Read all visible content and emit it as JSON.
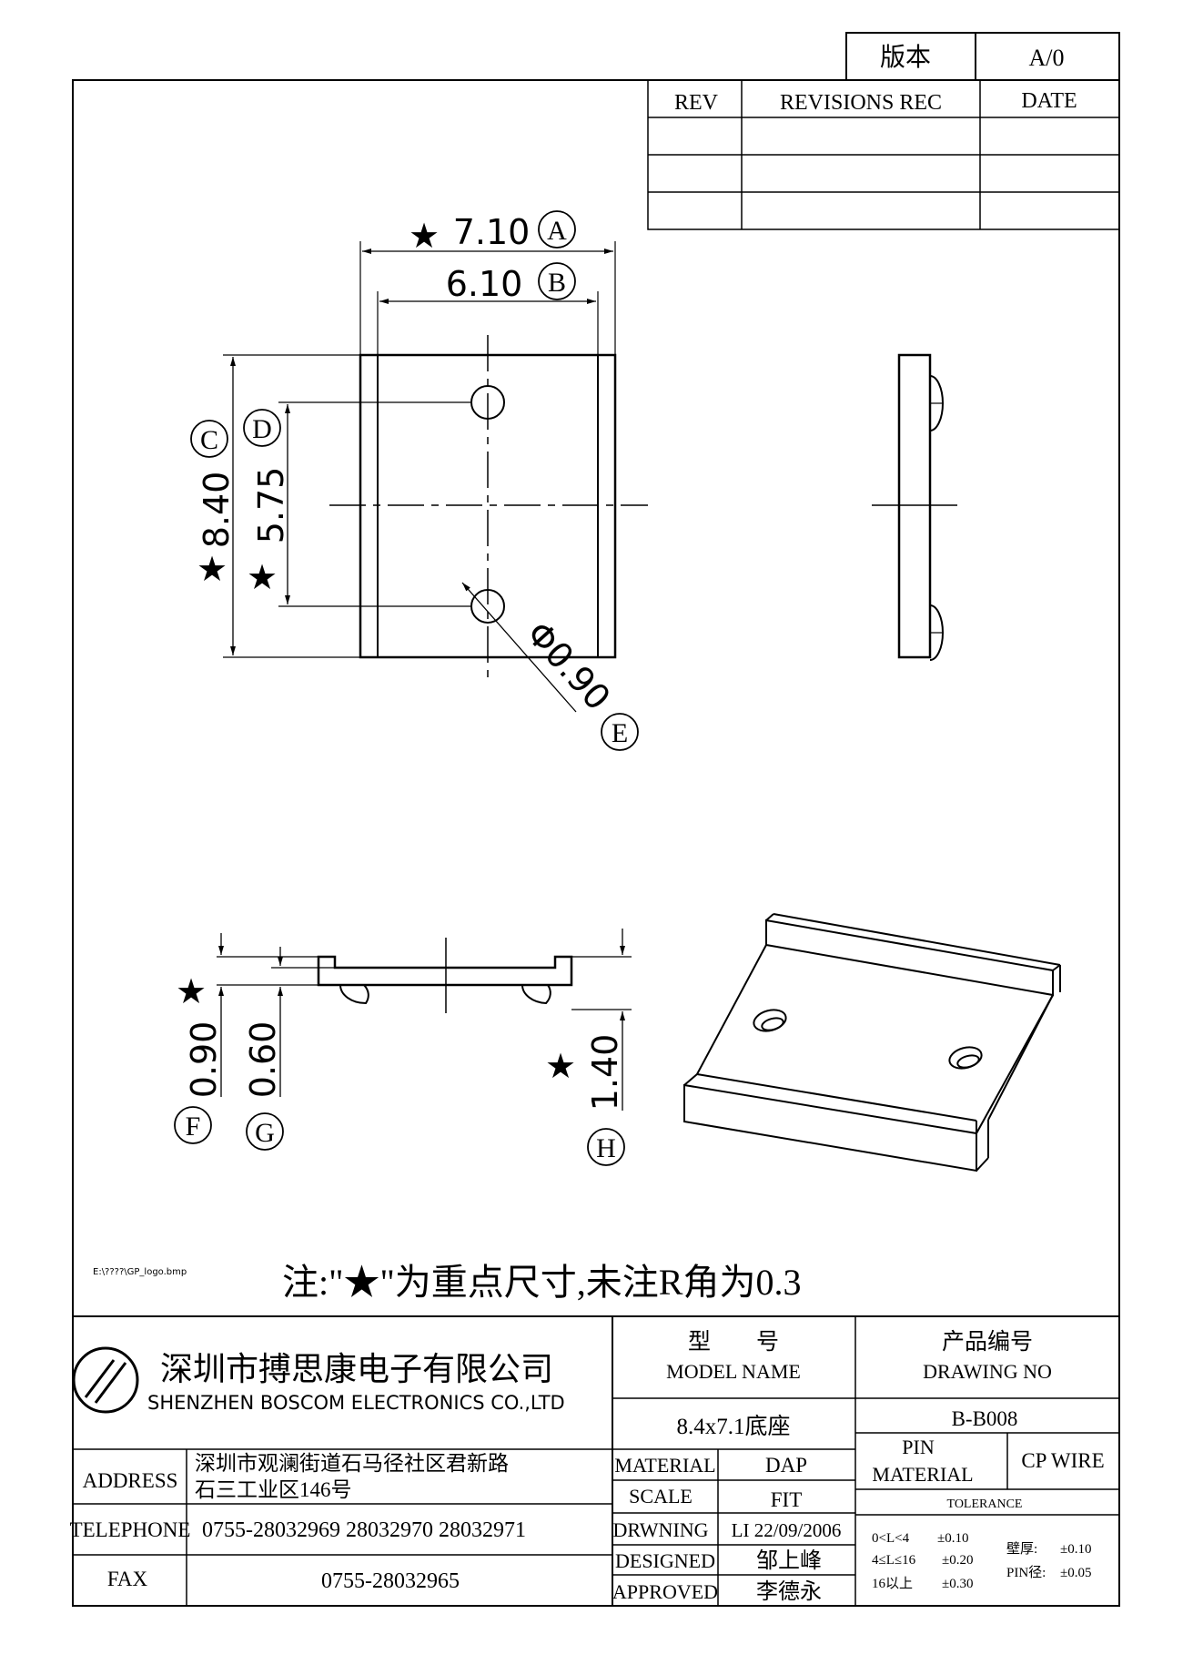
{
  "version": {
    "label": "版本",
    "value": "A/0"
  },
  "revisions": {
    "headers": [
      "REV",
      "REVISIONS REC",
      "DATE"
    ]
  },
  "dims": {
    "A": "7.10",
    "B": "6.10",
    "C": "8.40",
    "D": "5.75",
    "E": "Φ0.90",
    "F": "0.90",
    "G": "0.60",
    "H": "1.40",
    "letter_A": "A",
    "letter_B": "B",
    "letter_C": "C",
    "letter_D": "D",
    "letter_E": "E",
    "letter_F": "F",
    "letter_G": "G",
    "letter_H": "H",
    "star": "★"
  },
  "logo_path": "E:\\????\\GP_logo.bmp",
  "note": "注:\"★\"为重点尺寸,未注R角为0.3",
  "company": {
    "name_cn": "深圳市搏思康电子有限公司",
    "name_en": "SHENZHEN BOSCOM ELECTRONICS CO.,LTD"
  },
  "model": {
    "label_cn": "型　　号",
    "label_en": "MODEL NAME",
    "value": "8.4x7.1底座"
  },
  "drawing_no": {
    "label_cn": "产品编号",
    "label_en": "DRAWING NO",
    "value": "B-B008"
  },
  "pin": {
    "label1": "PIN",
    "label2": "MATERIAL",
    "value": "CP WIRE"
  },
  "tolerance": {
    "title": "TOLERANCE",
    "rows": [
      {
        "range": "0<L<4",
        "value": "±0.10"
      },
      {
        "range": "4≤L≤16",
        "value": "±0.20"
      },
      {
        "range": "16以上",
        "value": "±0.30"
      }
    ],
    "extra": [
      {
        "label": "壁厚:",
        "value": "±0.10"
      },
      {
        "label": "PIN径:",
        "value": "±0.05"
      }
    ]
  },
  "address": {
    "label": "ADDRESS",
    "line1": "深圳市观澜街道石马径社区君新路",
    "line2": "石三工业区146号"
  },
  "telephone": {
    "label": "TELEPHONE",
    "value": "0755-28032969 28032970 28032971"
  },
  "fax": {
    "label": "FAX",
    "value": "0755-28032965"
  },
  "fields": {
    "material": {
      "label": "MATERIAL",
      "value": "DAP"
    },
    "scale": {
      "label": "SCALE",
      "value": "FIT"
    },
    "drawing": {
      "label": "DRWNING",
      "value": "LI 22/09/2006"
    },
    "designed": {
      "label": "DESIGNED",
      "value": "邹上峰"
    },
    "approved": {
      "label": "APPROVED",
      "value": "李德永"
    }
  }
}
